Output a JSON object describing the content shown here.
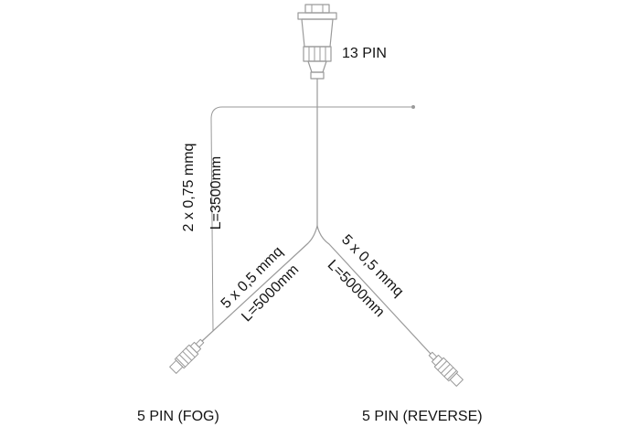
{
  "diagram": {
    "type": "wiring-harness-schematic",
    "labels": {
      "top_connector": "13 PIN",
      "aux_wire_spec": "2 x 0,75 mmq",
      "aux_wire_length": "L=3500mm",
      "fog_cable_spec": "5 x 0,5 mmq",
      "fog_cable_length": "L=5000mm",
      "reverse_cable_spec": "5 x 0,5 mmq",
      "reverse_cable_length": "L=5000mm",
      "fog_connector": "5 PIN (FOG)",
      "reverse_connector": "5 PIN (REVERSE)"
    },
    "colors": {
      "line": "#9a9a9a",
      "text": "#141414",
      "background": "#ffffff"
    }
  }
}
